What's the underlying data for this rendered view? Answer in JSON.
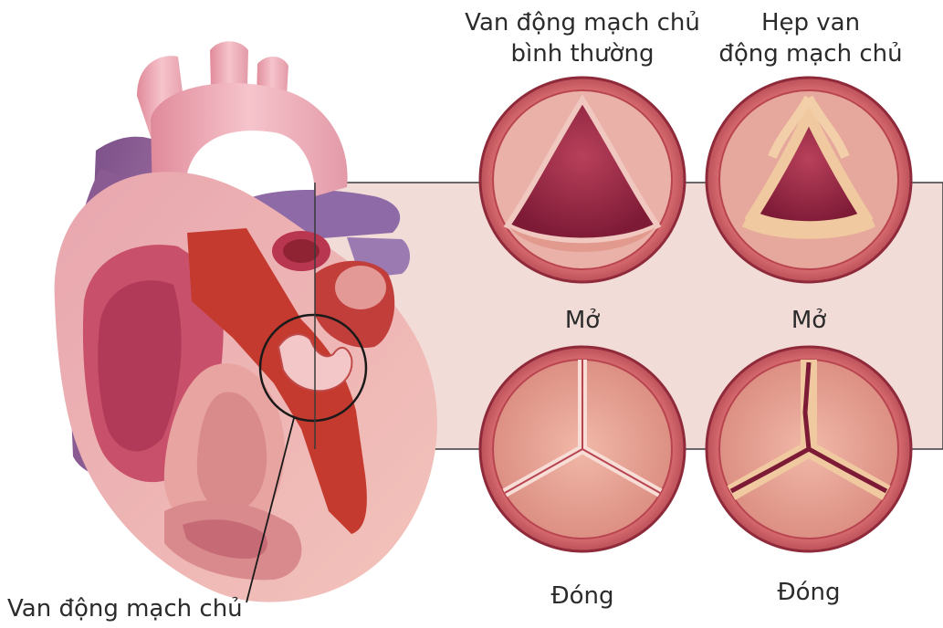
{
  "labels": {
    "normal_valve_line1": "Van động mạch chủ",
    "normal_valve_line2": "bình thường",
    "stenosis_line1": "Hẹp van",
    "stenosis_line2": "động mạch chủ",
    "open_left": "Mở",
    "open_right": "Mở",
    "closed_left": "Đóng",
    "closed_right": "Đóng",
    "aortic_valve_callout": "Van động mạch chủ"
  },
  "colors": {
    "panel_background": "#f2dcd8",
    "valve_ring": "#c9545c",
    "valve_fill": "#e39a8e",
    "valve_dark": "#8c1f3c",
    "calcification": "#f0c9a0",
    "heart_purple": "#8e5c94",
    "heart_pink": "#e4a3ad",
    "heart_red": "#c63a2e",
    "heart_dark_red": "#8f2334"
  }
}
